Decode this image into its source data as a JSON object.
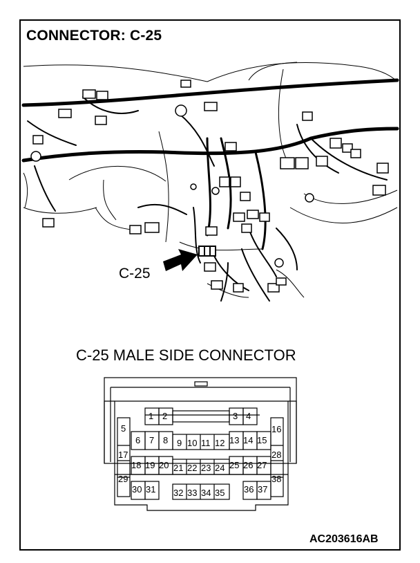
{
  "title": "CONNECTOR: C-25",
  "callout_label": "C-25",
  "connector_title": "C-25 MALE SIDE CONNECTOR",
  "reference_code": "AC203616AB",
  "pins": [
    "1",
    "2",
    "3",
    "4",
    "5",
    "6",
    "7",
    "8",
    "9",
    "10",
    "11",
    "12",
    "13",
    "14",
    "15",
    "16",
    "17",
    "18",
    "19",
    "20",
    "21",
    "22",
    "23",
    "24",
    "25",
    "26",
    "27",
    "28",
    "29",
    "30",
    "31",
    "32",
    "33",
    "34",
    "35",
    "36",
    "37",
    "38"
  ]
}
